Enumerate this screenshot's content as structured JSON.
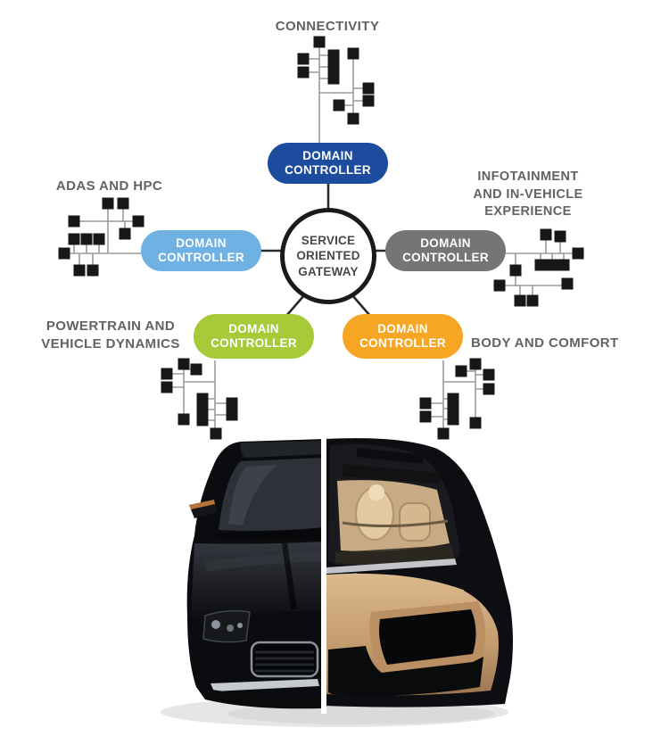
{
  "gateway": {
    "line1": "SERVICE",
    "line2": "ORIENTED",
    "line3": "GATEWAY"
  },
  "controller": {
    "line1": "DOMAIN",
    "line2": "CONTROLLER"
  },
  "domains": {
    "connectivity": {
      "label": "CONNECTIVITY",
      "color": "#1d4b9e"
    },
    "adas": {
      "label": "ADAS AND HPC",
      "color": "#6fb1e3"
    },
    "infotainment": {
      "label_line1": "INFOTAINMENT",
      "label_line2": "AND IN-VEHICLE",
      "label_line3": "EXPERIENCE",
      "color": "#747576"
    },
    "powertrain": {
      "label_line1": "POWERTRAIN AND",
      "label_line2": "VEHICLE DYNAMICS",
      "color": "#a6ca38"
    },
    "body_comfort": {
      "label": "BODY AND COMFORT",
      "color": "#f6a623"
    }
  },
  "style": {
    "label_text_color": "#616365",
    "node_color": "#171717",
    "network_line_color": "#9b9b9b",
    "connector_color": "#2b2b2b",
    "gateway_border_color": "#1a1a1a"
  }
}
